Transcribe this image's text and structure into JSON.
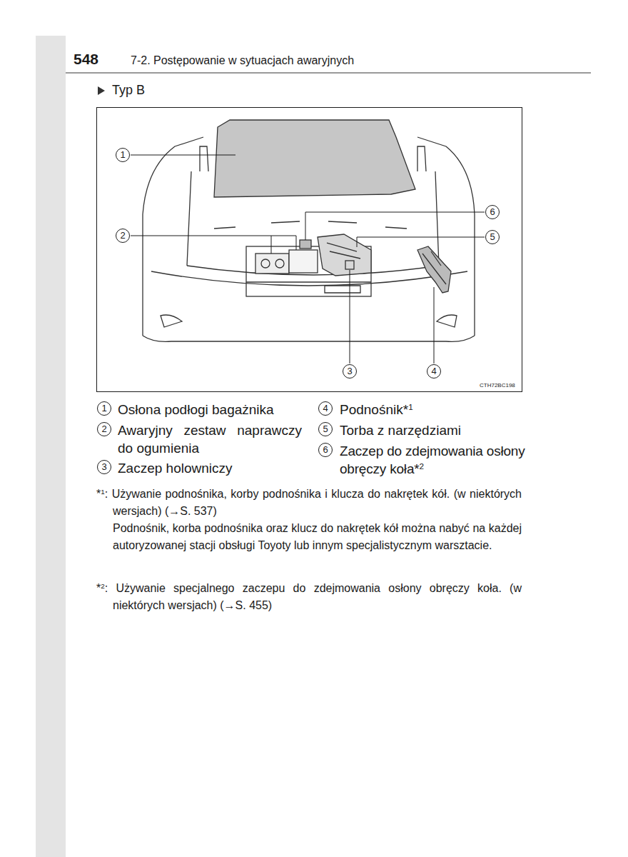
{
  "diagram": {
    "labels": [
      "548",
      "7-2. Postępowanie w sytuacjach awaryjnych",
      "Typ B",
      "1",
      "6",
      "2",
      "5",
      "3",
      "4",
      "CTH72BC198",
      "1",
      "Osłona podłogi bagażnika",
      "4",
      "Podnośnik*",
      "1",
      "2",
      "Awaryjny zestaw naprawczy do ogumienia",
      "5",
      "Torba z narzędziami",
      "6",
      "Zaczep do zdejmowania osłony obręczy koła*",
      "2",
      "3",
      "Zaczep holowniczy",
      "*",
      "1",
      ": Używanie podnośnika, korby podnośnika i klucza do nakrętek kół. (w niektórych wersjach) (→S. 537)",
      "Podnośnik, korba podnośnika oraz klucz do nakrętek kół można nabyć na każdej autoryzowanej stacji obsługi Toyoty lub innym specjalistycznym warsztacie.",
      "*",
      "2",
      ": Używanie specjalnego zaczepu do zdejmowania osłony obręczy koła. (w niektórych wersjach) (→S. 455)"
    ]
  }
}
